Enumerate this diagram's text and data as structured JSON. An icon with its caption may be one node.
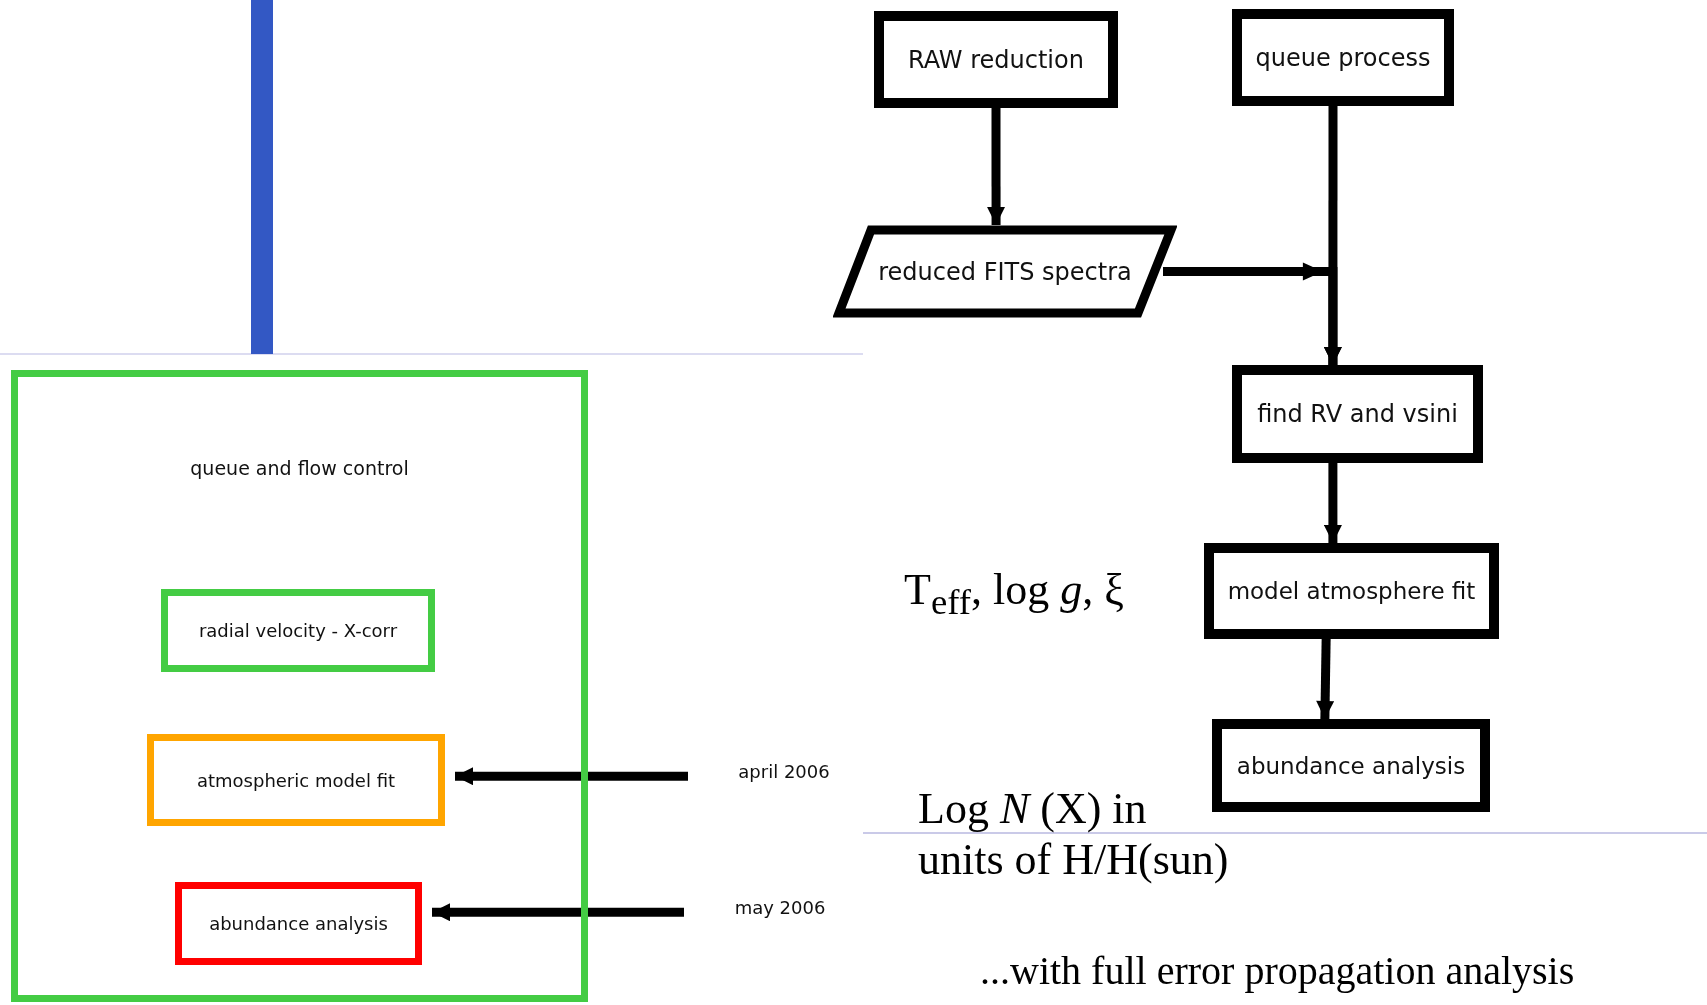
{
  "diagram": {
    "nodes": [
      {
        "text": [
          "RAW reduction"
        ]
      },
      {
        "text": [
          "queue process"
        ]
      },
      {
        "text": [
          "reduced FITS spectra"
        ]
      },
      {
        "text": [
          "find RV and vsini"
        ]
      },
      {
        "text": [
          "model atmosphere fit"
        ]
      },
      {
        "text": [
          "abundance analysis"
        ]
      },
      {
        "text": [
          "queue and flow control"
        ]
      },
      {
        "text": [
          "radial velocity - X-corr"
        ],
        "in": 6
      },
      {
        "text": [
          "atmospheric model fit"
        ],
        "in": 6
      },
      {
        "text": [
          "abundance analysis"
        ],
        "in": 6
      },
      {
        "text": [
          "april 2006"
        ]
      },
      {
        "text": [
          "may 2006"
        ]
      },
      {
        "text": [],
        "shape": "bar"
      }
    ],
    "edges": [
      {
        "from": 0,
        "to": 2,
        "arrow": "to"
      },
      {
        "from": 1,
        "to": 3,
        "arrow": "to"
      },
      {
        "from": 2,
        "to": 3,
        "arrow": "to"
      },
      {
        "from": 3,
        "to": 4,
        "arrow": "to"
      },
      {
        "from": 4,
        "to": 5,
        "arrow": "to"
      },
      {
        "from": 10,
        "to": 8,
        "arrow": "to"
      },
      {
        "from": 11,
        "to": 9,
        "arrow": "to"
      }
    ],
    "labels": [
      "T$_{eff}$, log *g*, ξ",
      "Log *N* (X) in units of H/H(sun)",
      "...with full error propagation analysis"
    ]
  }
}
